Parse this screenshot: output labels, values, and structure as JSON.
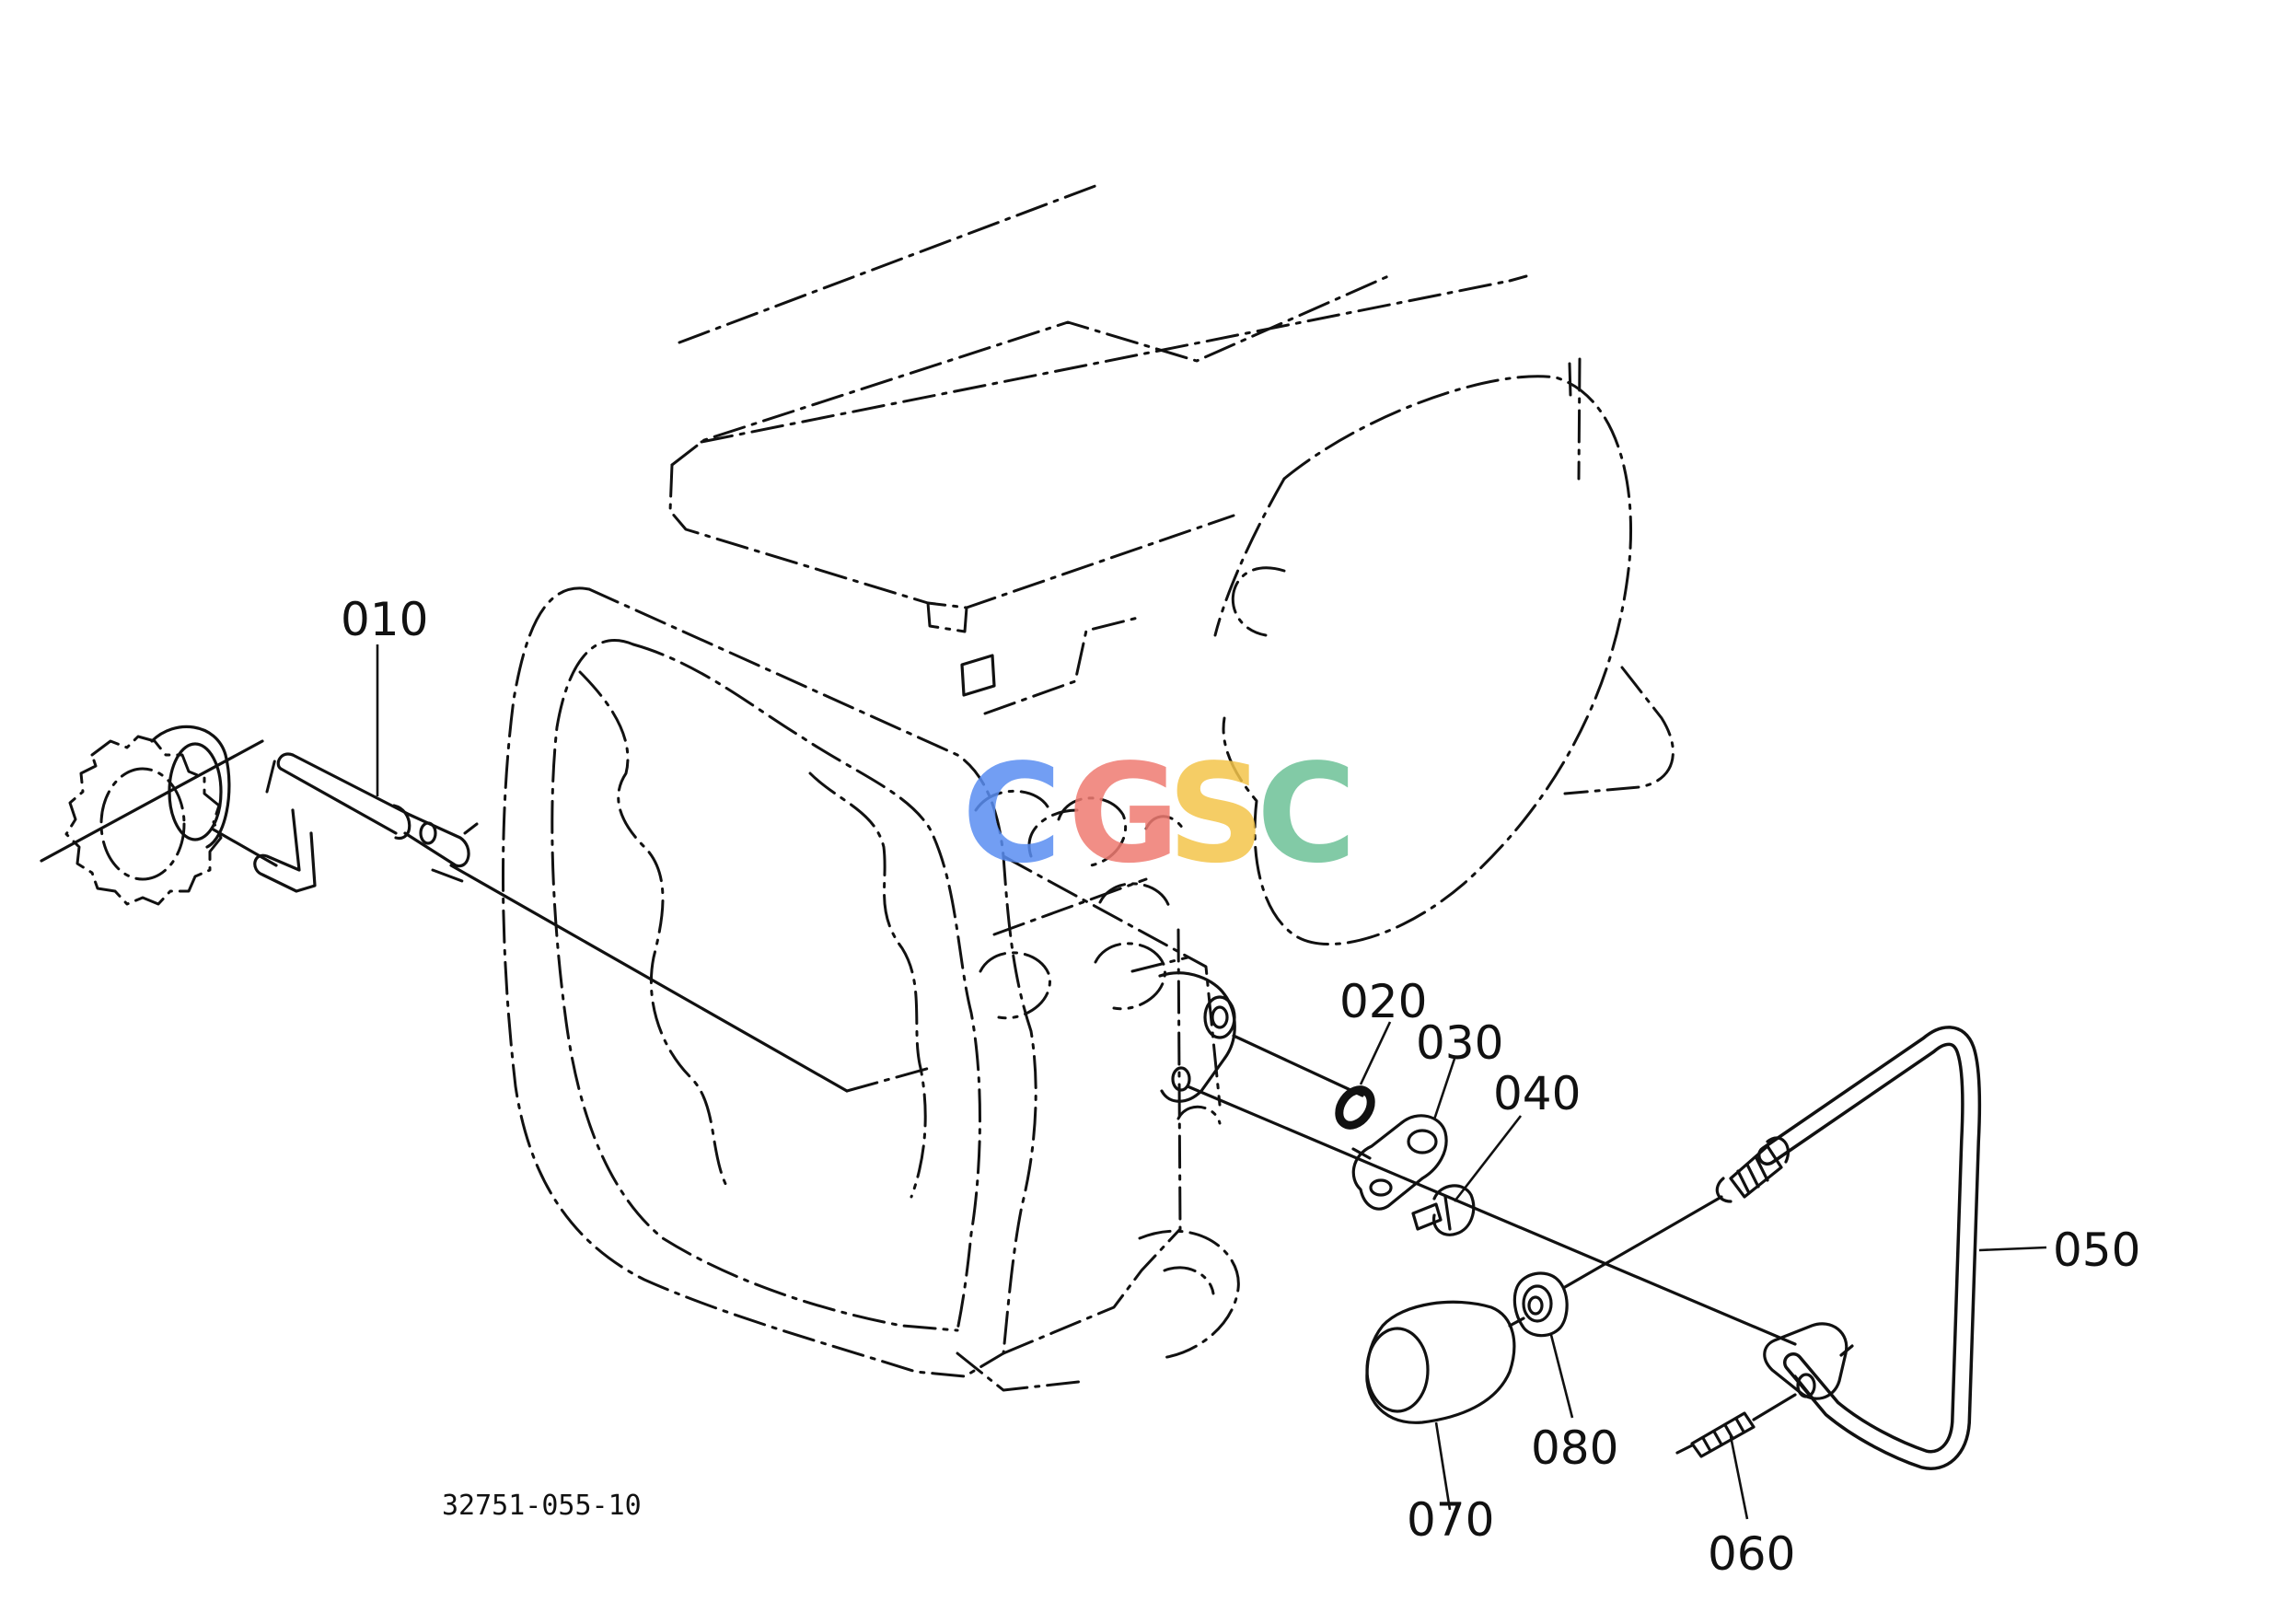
{
  "diagram": {
    "drawing_number": "32751-055-10",
    "watermark": {
      "letters": [
        {
          "char": "C",
          "color": "#5a8ef2"
        },
        {
          "char": "G",
          "color": "#ef7b72"
        },
        {
          "char": "S",
          "color": "#f4c54b"
        },
        {
          "char": "C",
          "color": "#6dc197"
        }
      ]
    },
    "parts": [
      {
        "number": "010"
      },
      {
        "number": "020"
      },
      {
        "number": "030"
      },
      {
        "number": "040"
      },
      {
        "number": "050"
      },
      {
        "number": "060"
      },
      {
        "number": "070"
      },
      {
        "number": "080"
      }
    ]
  }
}
